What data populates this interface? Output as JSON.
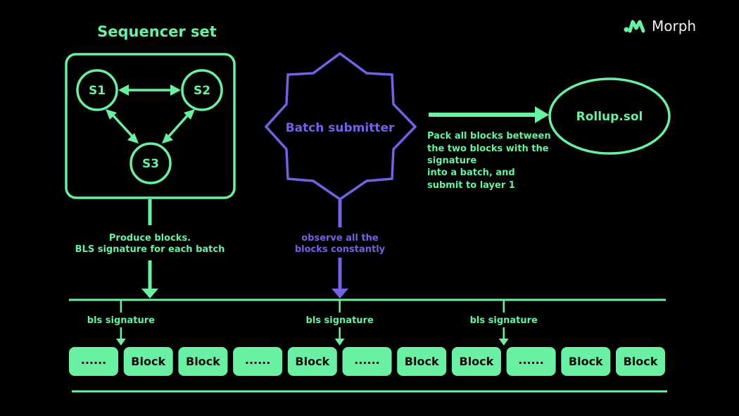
{
  "brand": {
    "name": "Morph",
    "icon": "morph-logo-icon"
  },
  "colors": {
    "green": "#6af0a2",
    "purple": "#7262e6",
    "background": "#000000",
    "block_text": "#0b0b0b"
  },
  "sequencer_set": {
    "title": "Sequencer set",
    "nodes": [
      "S1",
      "S2",
      "S3"
    ]
  },
  "batch_submitter": {
    "label": "Batch submitter"
  },
  "rollup": {
    "label": "Rollup.sol",
    "description": [
      "Pack all blocks between",
      "the two blocks with the",
      "signature",
      "into a batch, and",
      "submit to layer 1"
    ]
  },
  "produce_label": [
    "Produce blocks.",
    "BLS signature for each batch"
  ],
  "observe_label": [
    "observe all the",
    "blocks constantly"
  ],
  "signature_labels": [
    "bls signature",
    "bls signature",
    "bls signature"
  ],
  "blocks": [
    "......",
    "Block",
    "Block",
    "......",
    "Block",
    "......",
    "Block",
    "Block",
    "......",
    "Block",
    "Block"
  ]
}
